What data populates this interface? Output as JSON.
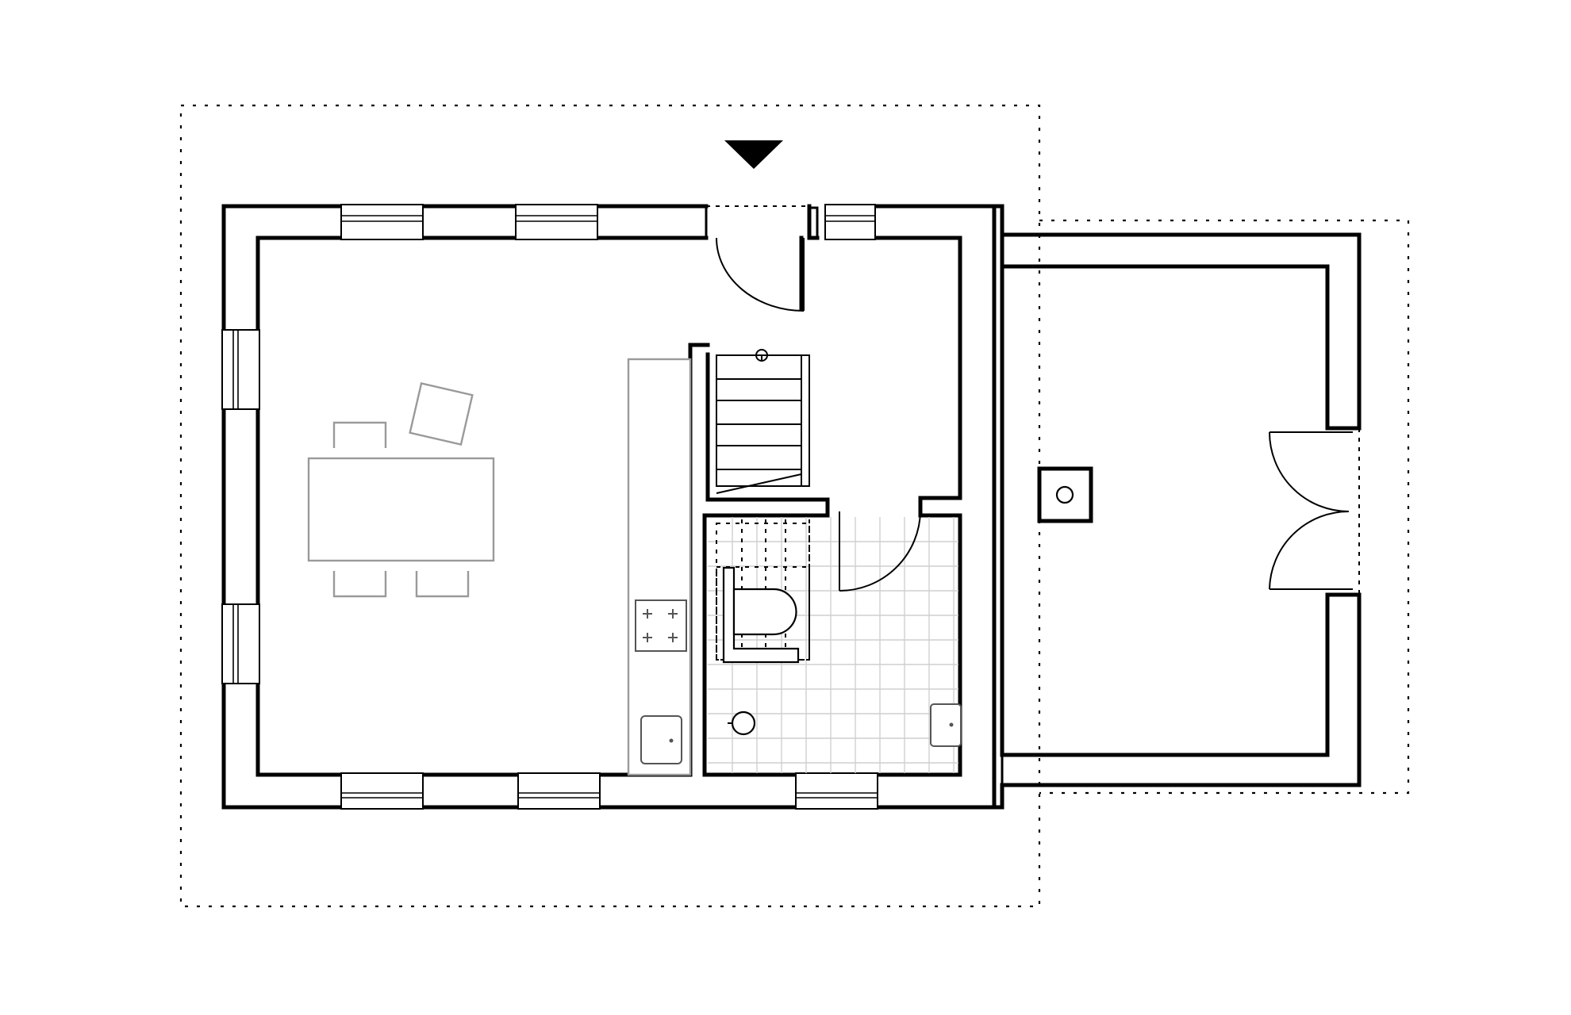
{
  "drawing": {
    "kind": "floor-plan",
    "colors": {
      "ink": "#000000",
      "furniture": "#9a9a9a",
      "tile_grid": "#cfcfcf",
      "background": "#ffffff"
    },
    "symbols": [
      "entrance-arrow",
      "chimney-flue",
      "staircase",
      "dining-table",
      "kitchen-hob",
      "kitchen-sink",
      "toilet",
      "shower",
      "washbasin",
      "double-door",
      "single-door",
      "window"
    ]
  }
}
